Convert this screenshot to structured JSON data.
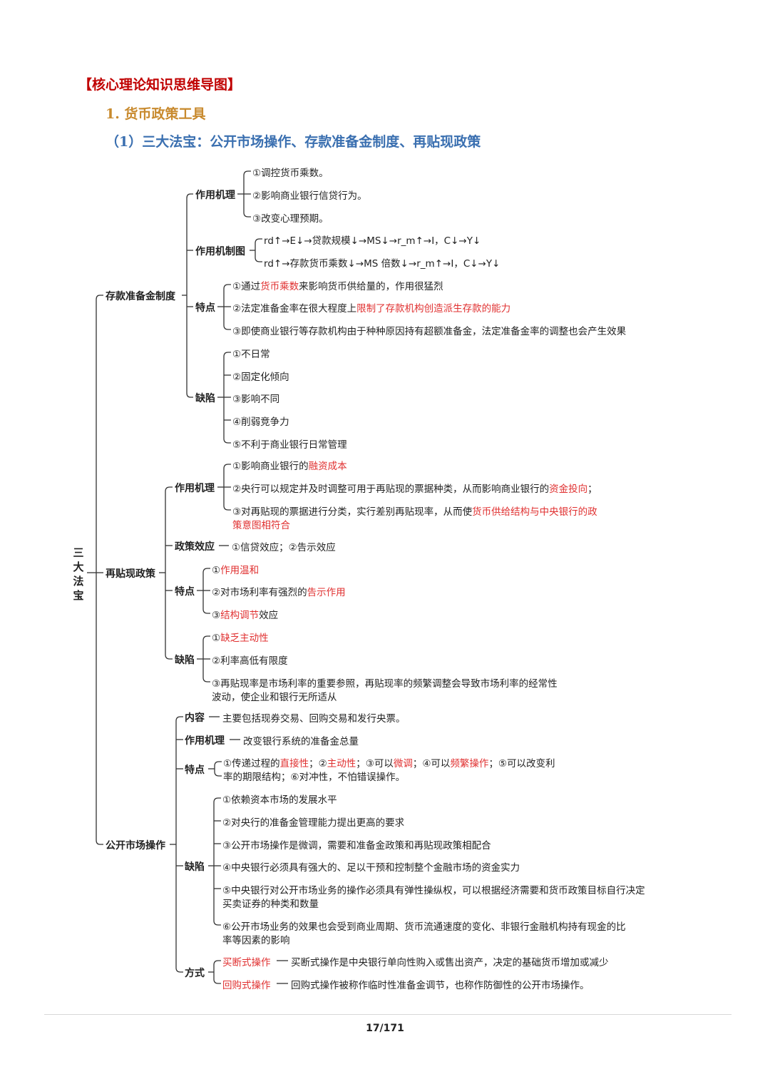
{
  "headings": {
    "main": "【核心理论知识思维导图】",
    "sub1": "1. 货币政策工具",
    "sub2": "（1）三大法宝：公开市场操作、存款准备金制度、再贴现政策"
  },
  "root": "三大法宝",
  "reserve": {
    "title": "存款准备金制度",
    "mechanism_title": "作用机理",
    "mechanism": [
      "①调控货币乘数。",
      "②影响商业银行信贷行为。",
      "③改变心理预期。"
    ],
    "diagram_title": "作用机制图",
    "diagram": [
      "rd↑→E↓→贷款规模↓→MS↓→r_m↑→I，C↓→Y↓",
      "rd↑→存款货币乘数↓→MS 倍数↓→r_m↑→I，C↓→Y↓"
    ],
    "features_title": "特点",
    "f1": {
      "a": "①通过",
      "r": "货币乘数",
      "b": "来影响货币供给量的，作用很猛烈"
    },
    "f2": {
      "a": "②法定准备金率在很大程度上",
      "r": "限制了存款机构创造派生存款的能力"
    },
    "f3": "③即使商业银行等存款机构由于种种原因持有超额准备金，法定准备金率的调整也会产生效果",
    "defects_title": "缺陷",
    "defects": [
      "①不日常",
      "②固定化倾向",
      "③影响不同",
      "④削弱竞争力",
      "⑤不利于商业银行日常管理"
    ]
  },
  "rediscount": {
    "title": "再贴现政策",
    "mechanism_title": "作用机理",
    "m1": {
      "a": "①影响商业银行的",
      "r": "融资成本"
    },
    "m2": {
      "a": "②央行可以规定并及时调整可用于再贴现的票据种类，从而影响商业银行的",
      "r": "资金投向",
      "b": "；"
    },
    "m3": {
      "a": "③对再贴现的票据进行分类，实行差别再贴现率，从而使",
      "r": "货币供给结构与中央银行的政",
      "r2": "策意图相符合"
    },
    "effect_title": "政策效应",
    "effect": "①信贷效应；②告示效应",
    "features_title": "特点",
    "f1": {
      "a": "①",
      "r": "作用温和"
    },
    "f2": {
      "a": "②对市场利率有强烈的",
      "r": "告示作用"
    },
    "f3": {
      "a": "③",
      "r": "结构调节",
      "b": "效应"
    },
    "defects_title": "缺陷",
    "d1": {
      "a": "①",
      "r": "缺乏主动性"
    },
    "d2": "②利率高低有限度",
    "d3a": "③再贴现率是市场利率的重要参照，再贴现率的频繁调整会导致市场利率的经常性",
    "d3b": "波动，使企业和银行无所适从"
  },
  "open_market": {
    "title": "公开市场操作",
    "content_title": "内容",
    "content": "主要包括现券交易、回购交易和发行央票。",
    "mechanism_title": "作用机理",
    "mechanism": "改变银行系统的准备金总量",
    "features_title": "特点",
    "f_line1": [
      {
        "t": "①传递过程的"
      },
      {
        "t": "直接性",
        "red": true
      },
      {
        "t": "；②"
      },
      {
        "t": "主动性",
        "red": true
      },
      {
        "t": "；③可以"
      },
      {
        "t": "微调",
        "red": true
      },
      {
        "t": "；④可以"
      },
      {
        "t": "频繁操作",
        "red": true
      },
      {
        "t": "；⑤可以改变利"
      }
    ],
    "f_line2": "率的期限结构；⑥对冲性，不怕错误操作。",
    "defects_title": "缺陷",
    "d1": "①依赖资本市场的发展水平",
    "d2": "②对央行的准备金管理能力提出更高的要求",
    "d3": "③公开市场操作是微调，需要和准备金政策和再贴现政策相配合",
    "d4": "④中央银行必须具有强大的、足以干预和控制整个金融市场的资金实力",
    "d5a": "⑤中央银行对公开市场业务的操作必须具有弹性操纵权，可以根据经济需要和货币政策目标自行决定",
    "d5b": "买卖证券的种类和数量",
    "d6a": "⑥公开市场业务的效果也会受到商业周期、货币流通速度的变化、非银行金融机构持有现金的比",
    "d6b": "率等因素的影响",
    "methods_title": "方式",
    "m1_name": "买断式操作",
    "m1_desc": "买断式操作是中央银行单向性购入或售出资产，决定的基础货币增加或减少",
    "m2_name": "回购式操作",
    "m2_desc": "回购式操作被称作临时性准备金调节，也称作防御性的公开市场操作。"
  },
  "page_number": "17/171"
}
